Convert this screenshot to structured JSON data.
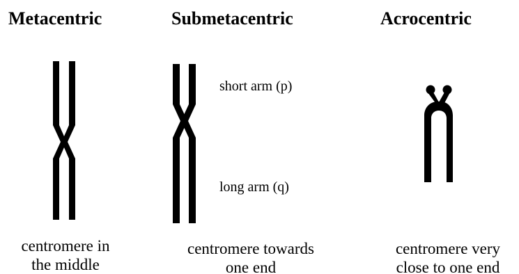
{
  "columns": [
    {
      "title": "Metacentric",
      "caption_line1": "centromere in",
      "caption_line2": "the middle"
    },
    {
      "title": "Submetacentric",
      "caption_line1": "centromere towards",
      "caption_line2": "one end",
      "short_arm_label": "short arm (p)",
      "long_arm_label": "long arm (q)"
    },
    {
      "title": "Acrocentric",
      "caption_line1": "centromere very",
      "caption_line2": "close to one end"
    }
  ],
  "colors": {
    "ink": "#000000",
    "background": "#ffffff"
  }
}
